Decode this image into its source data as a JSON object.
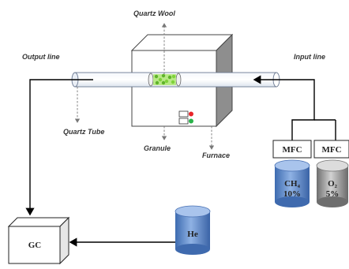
{
  "labels": {
    "quartz_wool": "Quartz Wool",
    "output_line": "Output line",
    "input_line": "Input line",
    "quartz_tube": "Quartz Tube",
    "granule": "Granule",
    "furnace": "Furnace"
  },
  "boxes": {
    "gc": "GC",
    "mfc_left": "MFC",
    "mfc_right": "MFC"
  },
  "cylinders": {
    "ch4_formula": "CH₄",
    "ch4_percent": "10%",
    "o2_formula": "O₂",
    "o2_percent": "5%",
    "he": "He"
  },
  "colors": {
    "blue_gas": "#5b84c4",
    "gray_gas": "#9a9a9a",
    "indicator_red": "#e8262a",
    "indicator_green": "#29b34a",
    "granule_green": "#7fd23a"
  }
}
